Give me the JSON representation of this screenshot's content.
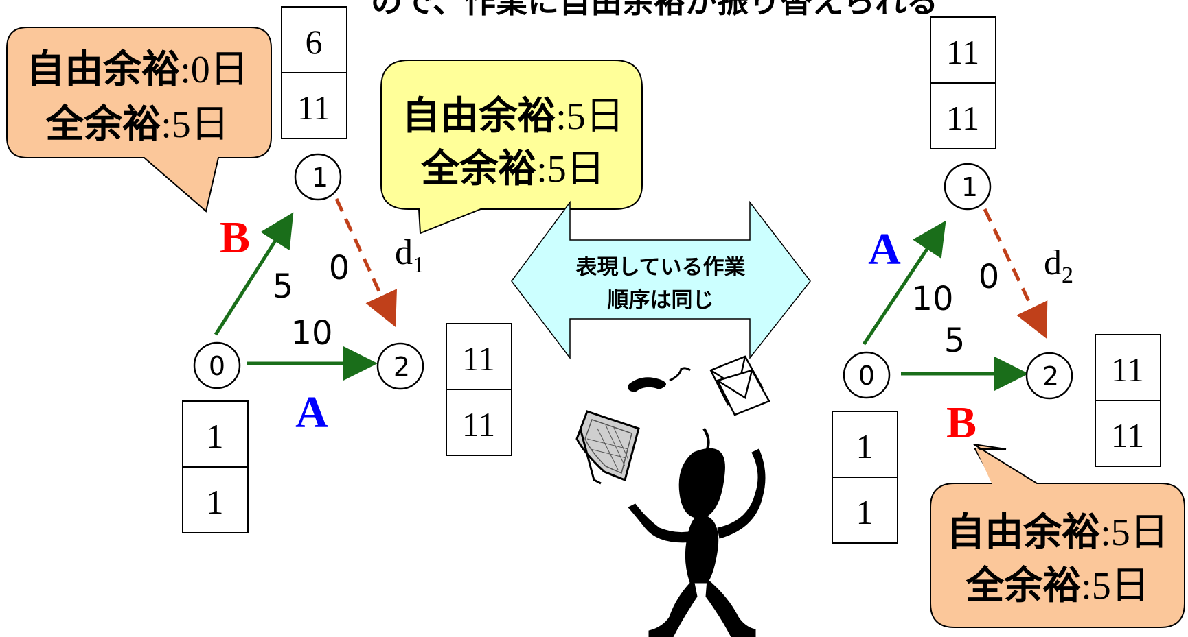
{
  "title_fragment": "ので、作業に自由余裕が振り替えられる",
  "left_network": {
    "nodes": [
      {
        "id": "0",
        "early": "1",
        "late": "1"
      },
      {
        "id": "1",
        "early": "6",
        "late": "11"
      },
      {
        "id": "2",
        "early": "11",
        "late": "11"
      }
    ],
    "activities": [
      {
        "name": "B",
        "from": "0",
        "to": "1",
        "duration": "5",
        "color": "#ff0000"
      },
      {
        "name": "A",
        "from": "0",
        "to": "2",
        "duration": "10",
        "color": "#0000ff"
      }
    ],
    "dummy": {
      "name": "d",
      "subscript": "1",
      "from": "1",
      "to": "2",
      "duration": "0"
    }
  },
  "right_network": {
    "nodes": [
      {
        "id": "0",
        "early": "1",
        "late": "1"
      },
      {
        "id": "1",
        "early": "11",
        "late": "11"
      },
      {
        "id": "2",
        "early": "11",
        "late": "11"
      }
    ],
    "activities": [
      {
        "name": "A",
        "from": "0",
        "to": "1",
        "duration": "10",
        "color": "#0000ff"
      },
      {
        "name": "B",
        "from": "0",
        "to": "2",
        "duration": "5",
        "color": "#ff0000"
      }
    ],
    "dummy": {
      "name": "d",
      "subscript": "2",
      "from": "1",
      "to": "2",
      "duration": "0"
    }
  },
  "callouts": {
    "left_b": {
      "line1_label": "自由余裕",
      "line1_value": ":0日",
      "line2_label": "全余裕",
      "line2_value": ":5日"
    },
    "left_dummy": {
      "line1_label": "自由余裕",
      "line1_value": ":5日",
      "line2_label": "全余裕",
      "line2_value": ":5日"
    },
    "right_b": {
      "line1_label": "自由余裕",
      "line1_value": ":5日",
      "line2_label": "全余裕",
      "line2_value": ":5日"
    }
  },
  "center_arrow": {
    "line1": "表現している作業",
    "line2": "順序は同じ"
  },
  "colors": {
    "arrow_green": "#1a6e1a",
    "dummy_arrow": "#c0401a",
    "callout_orange": "#fbc79a",
    "callout_yellow": "#ffff99",
    "double_arrow_fill": "#ccffff"
  },
  "clipart": "juggling-figure-with-phone-keyboard-envelopes"
}
